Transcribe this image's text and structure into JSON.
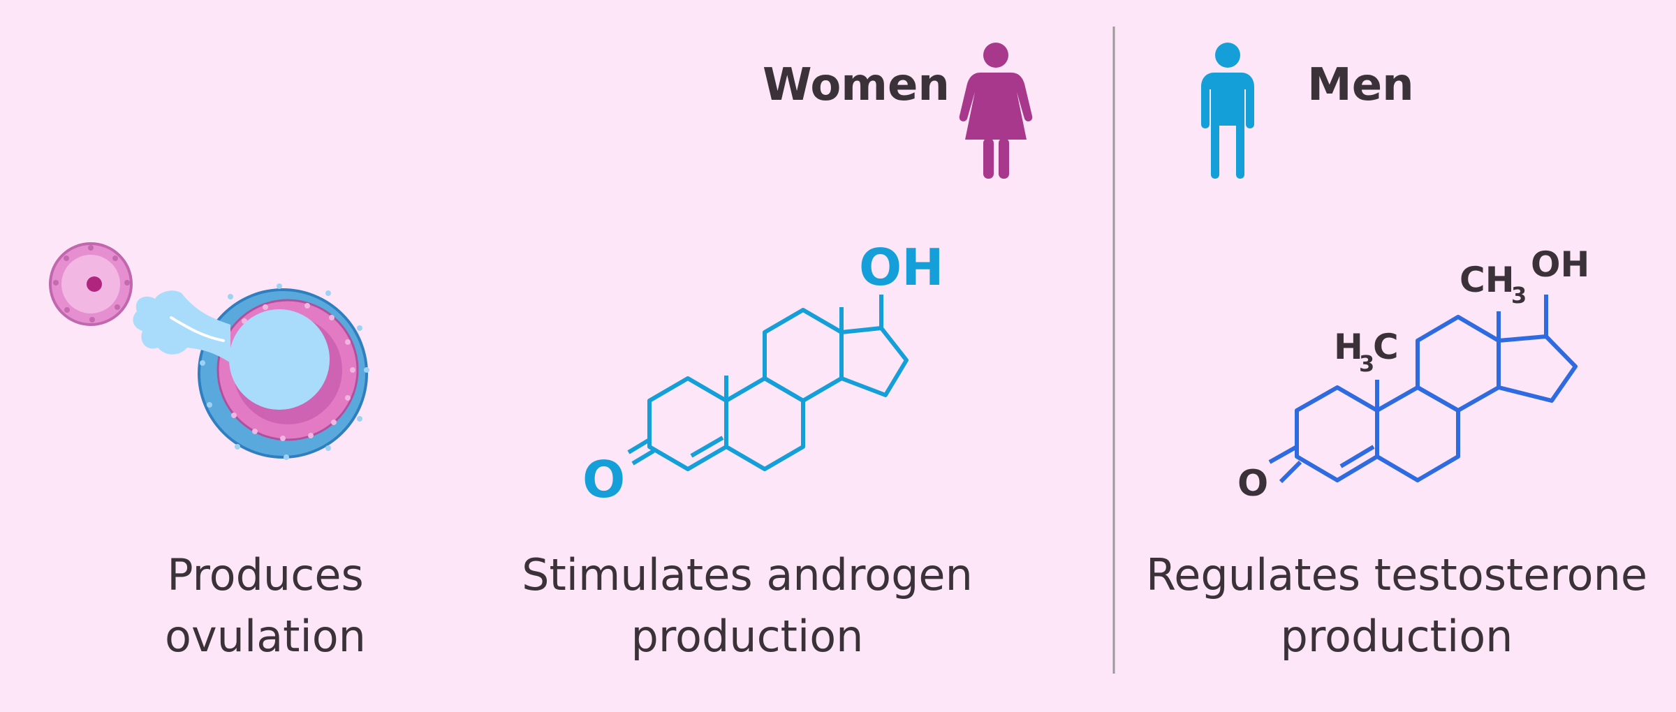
{
  "headers": {
    "women": "Women",
    "men": "Men"
  },
  "captions": {
    "ovulation": [
      "Produces",
      "ovulation"
    ],
    "androgen": [
      "Stimulates androgen",
      "production"
    ],
    "testosterone": [
      "Regulates testosterone",
      "production"
    ]
  },
  "molecule_women": {
    "oh": "OH",
    "o": "O"
  },
  "molecule_men": {
    "oh": "OH",
    "ch3": "CH",
    "ch3_sub": "3",
    "h3c_h": "H",
    "h3c_sub": "3",
    "h3c_c": "C",
    "o": "O"
  },
  "colors": {
    "background": "#fde6f7",
    "women": "#a8388b",
    "men": "#149fd9",
    "molecule_women": "#159fd8",
    "molecule_men": "#2f6be0",
    "divider": "#9a9a9a",
    "text": "#3a3238"
  },
  "icons": {
    "women": "woman-icon",
    "men": "man-icon",
    "ovum": "ovum-follicle-icon"
  }
}
